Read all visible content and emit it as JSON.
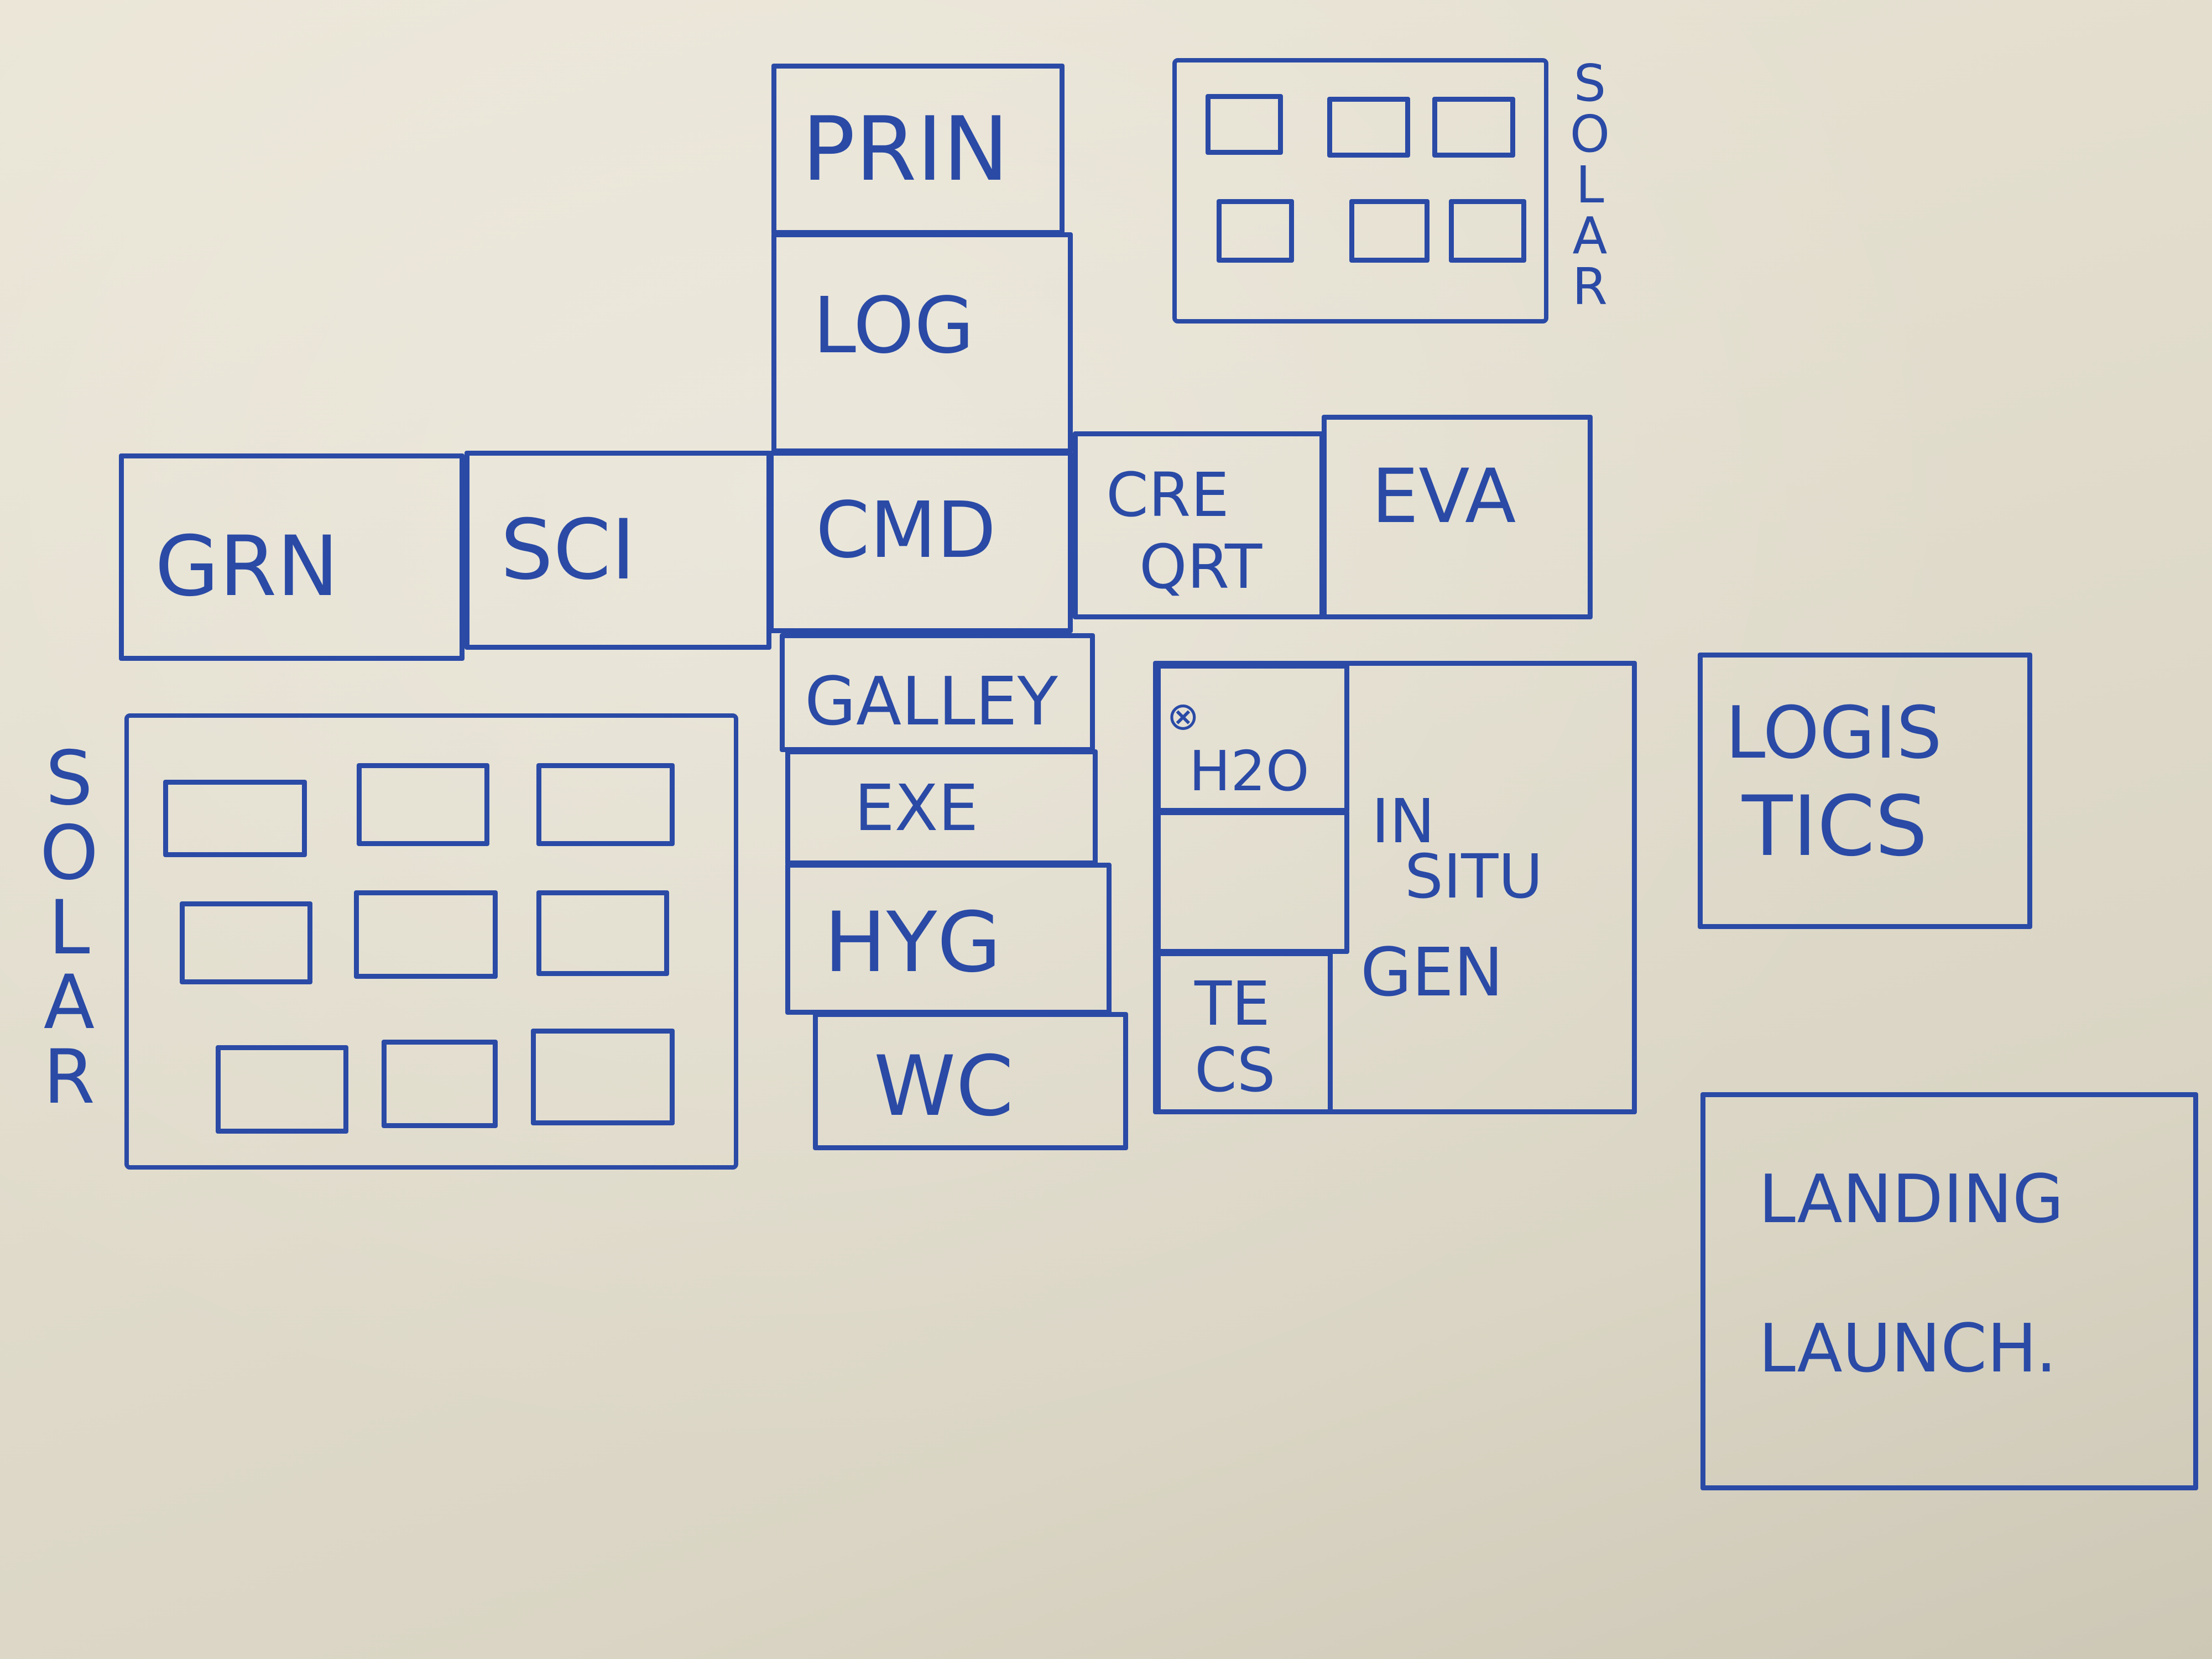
{
  "modules": {
    "prin": "PRIN",
    "log": "LOG",
    "grn": "GRN",
    "sci": "SCI",
    "cmd": "CMD",
    "cre_line1": "CRE",
    "cre_line2": "QRT",
    "eva": "EVA",
    "galley": "GALLEY",
    "exe": "EXE",
    "hyg": "HYG",
    "wc": "WC",
    "h2o": "H2O",
    "tecs_line1": "TE",
    "tecs_line2": "CS",
    "insitu_line1": "IN",
    "insitu_line2": "SITU",
    "insitu_line3": "GEN",
    "logistics_line1": "LOGIS",
    "logistics_line2": "TICS",
    "landing_line1": "LANDING",
    "landing_line2": "LAUNCH."
  },
  "solar_labels": {
    "top": [
      "S",
      "O",
      "L",
      "A",
      "R"
    ],
    "left": [
      "S",
      "O",
      "L",
      "A",
      "R"
    ]
  },
  "colors": {
    "ink": "#2a4aa6",
    "paper": "#e4dfcf"
  }
}
